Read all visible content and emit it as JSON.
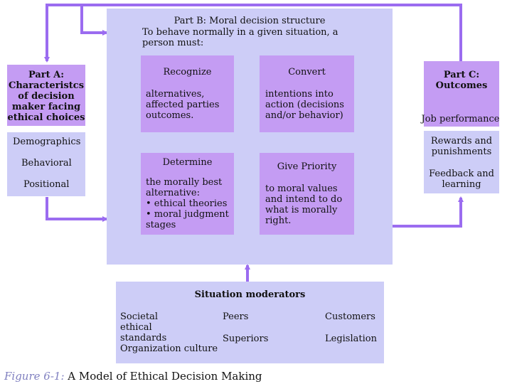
{
  "partB": {
    "title": "Part B: Moral decision structure",
    "subtitle": "To behave normally in a given situation, a\nperson must:",
    "recognize": {
      "head": "Recognize",
      "body": "alternatives,\naffected parties\noutcomes."
    },
    "convert": {
      "head": "Convert",
      "body": "intentions into\naction (decisions\nand/or behavior)"
    },
    "determine": {
      "head": "Determine",
      "body": "the morally best\nalternative:\n• ethical theories\n• moral judgment\nstages"
    },
    "priority": {
      "head": "Give Priority",
      "body": "to moral values\nand intend to do\nwhat is morally\nright."
    }
  },
  "partA": {
    "title": "Part A:\nCharacteristcs\nof decision\nmaker facing\nethical choices",
    "items": [
      "Demographics",
      "Behavioral",
      "Positional"
    ]
  },
  "partC": {
    "title": "Part C:\nOutcomes",
    "items": [
      "Job performance",
      "Rewards and\npunishments",
      "Feedback and\nlearning"
    ]
  },
  "moderators": {
    "title": "Situation moderators",
    "col1": "Societal\nethical\nstandards\nOrganization culture",
    "col2a": "Peers",
    "col2b": "Superiors",
    "col3a": "Customers",
    "col3b": "Legislation"
  },
  "caption": {
    "figure": "Figure 6-1:",
    "text": "A Model of Ethical Decision Making"
  },
  "colors": {
    "panel": "#cdcdf7",
    "box": "#c49cf3",
    "arrow": "#9b6cf0",
    "caption_label": "#8080c0"
  }
}
